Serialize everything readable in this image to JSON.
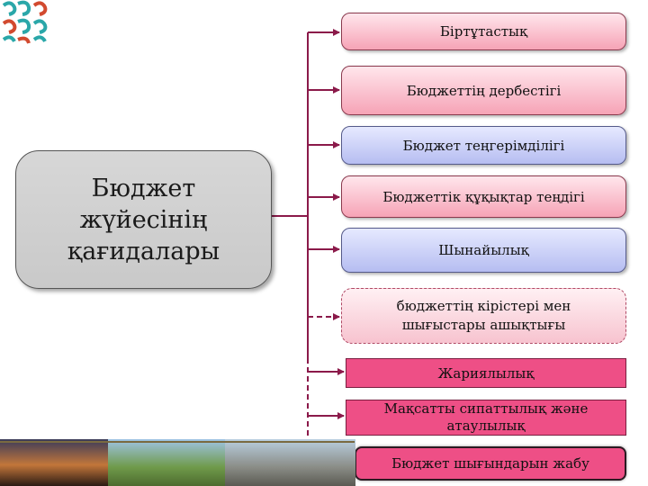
{
  "title": "Бюджет жүйесінің қағидалары",
  "principles": [
    "Біртұтастық",
    "Бюджеттің дербестігі",
    "Бюджет теңгерімділігі",
    "Бюджеттік құқықтар теңдігі",
    "Шынайылық",
    "бюджеттің кірістері мен шығыстары ашықтығы",
    "Жариялылық",
    "Мақсатты сипаттылық және атаулылық",
    "Бюджет шығындарын жабу"
  ],
  "colors": {
    "connector": "#8b1a4a",
    "pink": "#f6a3b6",
    "blue": "#b6bdf1",
    "magenta": "#ee4f86"
  },
  "icons": [
    "ornament-logo-icon"
  ]
}
